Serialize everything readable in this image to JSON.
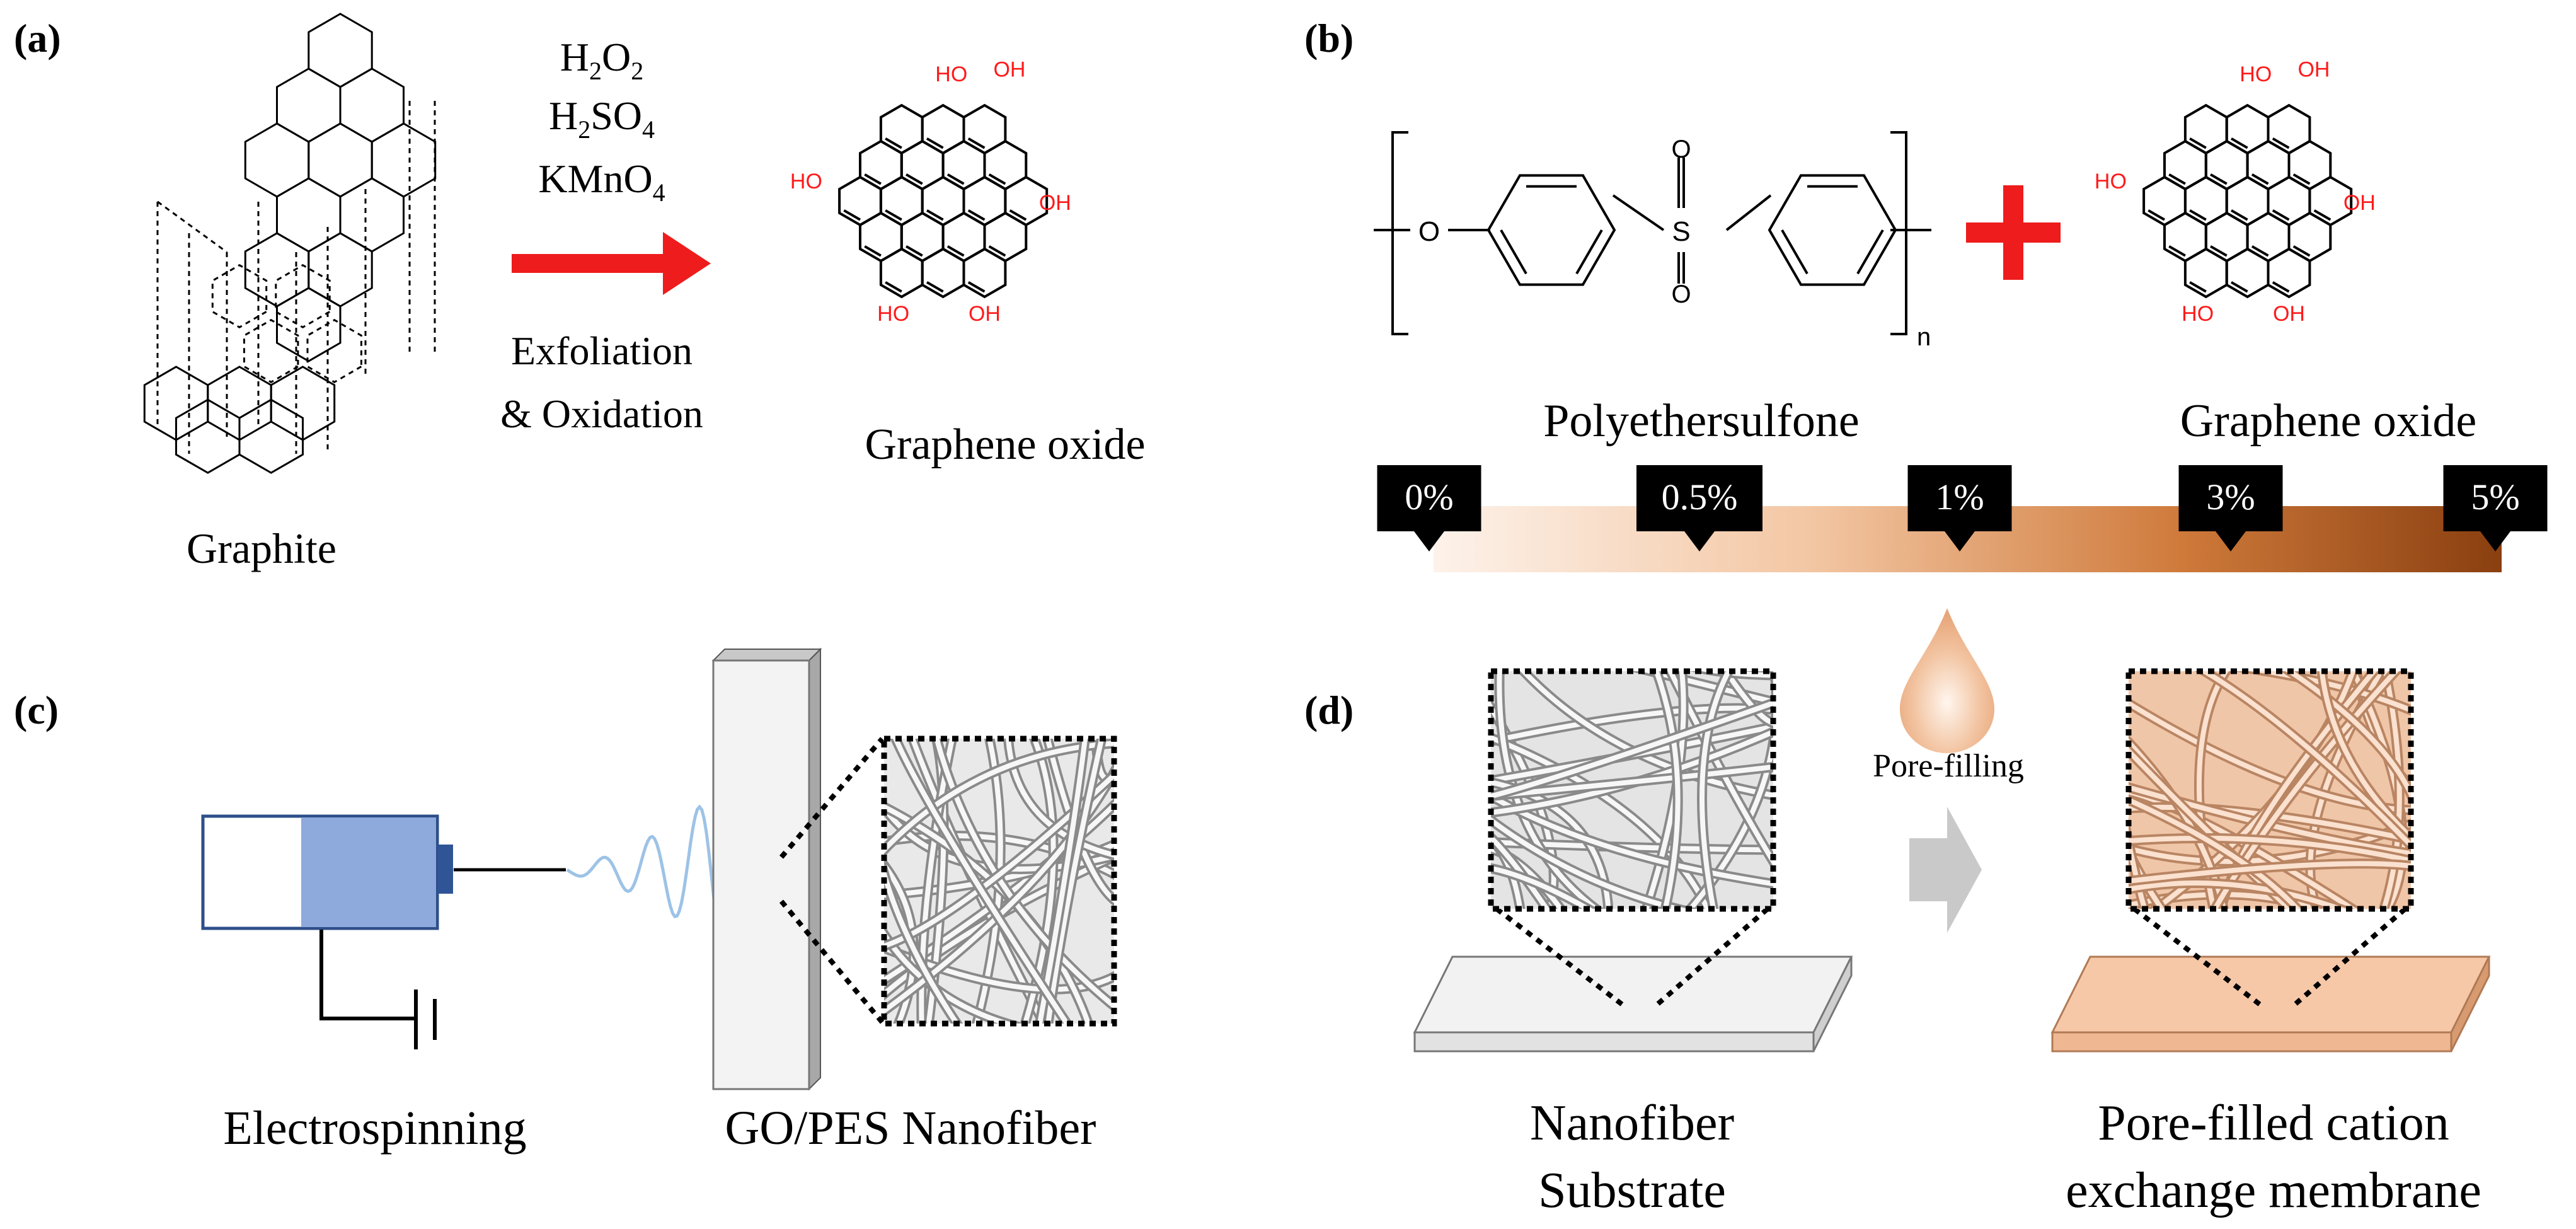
{
  "panels": {
    "a": {
      "label": "(a)",
      "reagents": [
        "H2O2",
        "H2SO4",
        "KMnO4"
      ],
      "process": [
        "Exfoliation",
        "& Oxidation"
      ],
      "precursor": "Graphite",
      "product": "Graphene oxide",
      "arrow_color": "#ee1c1c"
    },
    "b": {
      "label": "(b)",
      "polymer": "Polyethersulfone",
      "repeat_subscript": "n",
      "additive": "Graphene oxide",
      "concentrations": [
        "0%",
        "0.5%",
        "1%",
        "3%",
        "5%"
      ],
      "gradient_colors": [
        "#fdf0e6",
        "#f2c4a0",
        "#d07a3c",
        "#8a3f10"
      ],
      "plus_color": "#ee1c1c"
    },
    "c": {
      "label": "(c)",
      "process": "Electrospinning",
      "product": "GO/PES Nanofiber",
      "syringe_fill_color": "#8ea9dc",
      "jet_color": "#9dc3e6"
    },
    "d": {
      "label": "(d)",
      "step": "Pore-filling",
      "substrate": [
        "Nanofiber",
        "Substrate"
      ],
      "membrane": [
        "Pore-filled cation",
        "exchange membrane"
      ],
      "substrate_color": "#eeeeee",
      "membrane_color": "#f6c8a8"
    }
  },
  "chem_groups": {
    "hydroxyl": "OH",
    "hydroxyl_left": "HO",
    "ether_oxygen": "O",
    "sulfur": "S"
  },
  "colors": {
    "heteroatom": "#ff1a1a",
    "tag_fill": "#000000"
  }
}
